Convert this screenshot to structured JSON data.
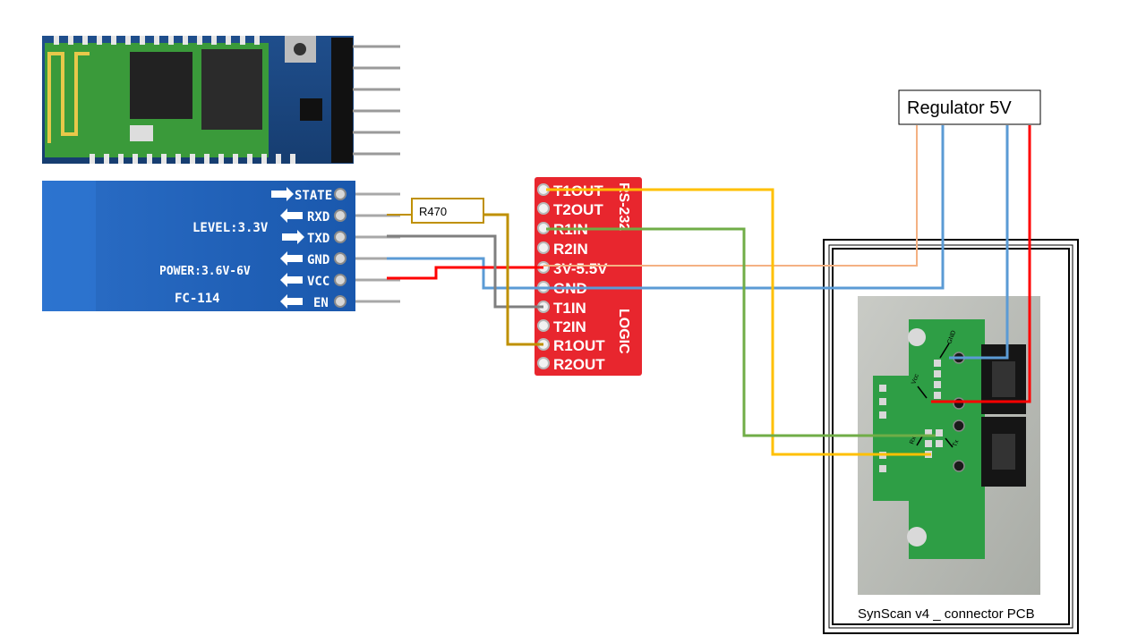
{
  "bt_module": {
    "pins": [
      "STATE",
      "RXD",
      "TXD",
      "GND",
      "VCC",
      "EN"
    ],
    "level_label": "LEVEL:3.3V",
    "power_label": "POWER:3.6V-6V",
    "model_label": "FC-114"
  },
  "resistor": {
    "label": "R470"
  },
  "rs232_board": {
    "pins": [
      "T1OUT",
      "T2OUT",
      "R1IN",
      "R2IN",
      "3V-5.5V",
      "GND",
      "T1IN",
      "T2IN",
      "R1OUT",
      "R2OUT"
    ],
    "side_label_top": "RS-232",
    "side_label_bottom": "LOGIC"
  },
  "regulator": {
    "label": "Regulator 5V"
  },
  "synscan": {
    "caption": "SynScan v4 _ connector PCB",
    "pcb_labels": [
      "GND",
      "Vcc",
      "Rx",
      "Tx"
    ]
  },
  "colors": {
    "orange_wire": "#F4B183",
    "blue_wire": "#5B9BD5",
    "red_wire": "#FF0000",
    "yellow_wire": "#FFC000",
    "green_wire": "#70AD47",
    "gray_wire": "#7F7F7F",
    "gold_wire": "#BF9000",
    "rs232_board": "#E8262E",
    "bt_board": "#1D5FB5",
    "pcb_green": "#2E9E45"
  }
}
